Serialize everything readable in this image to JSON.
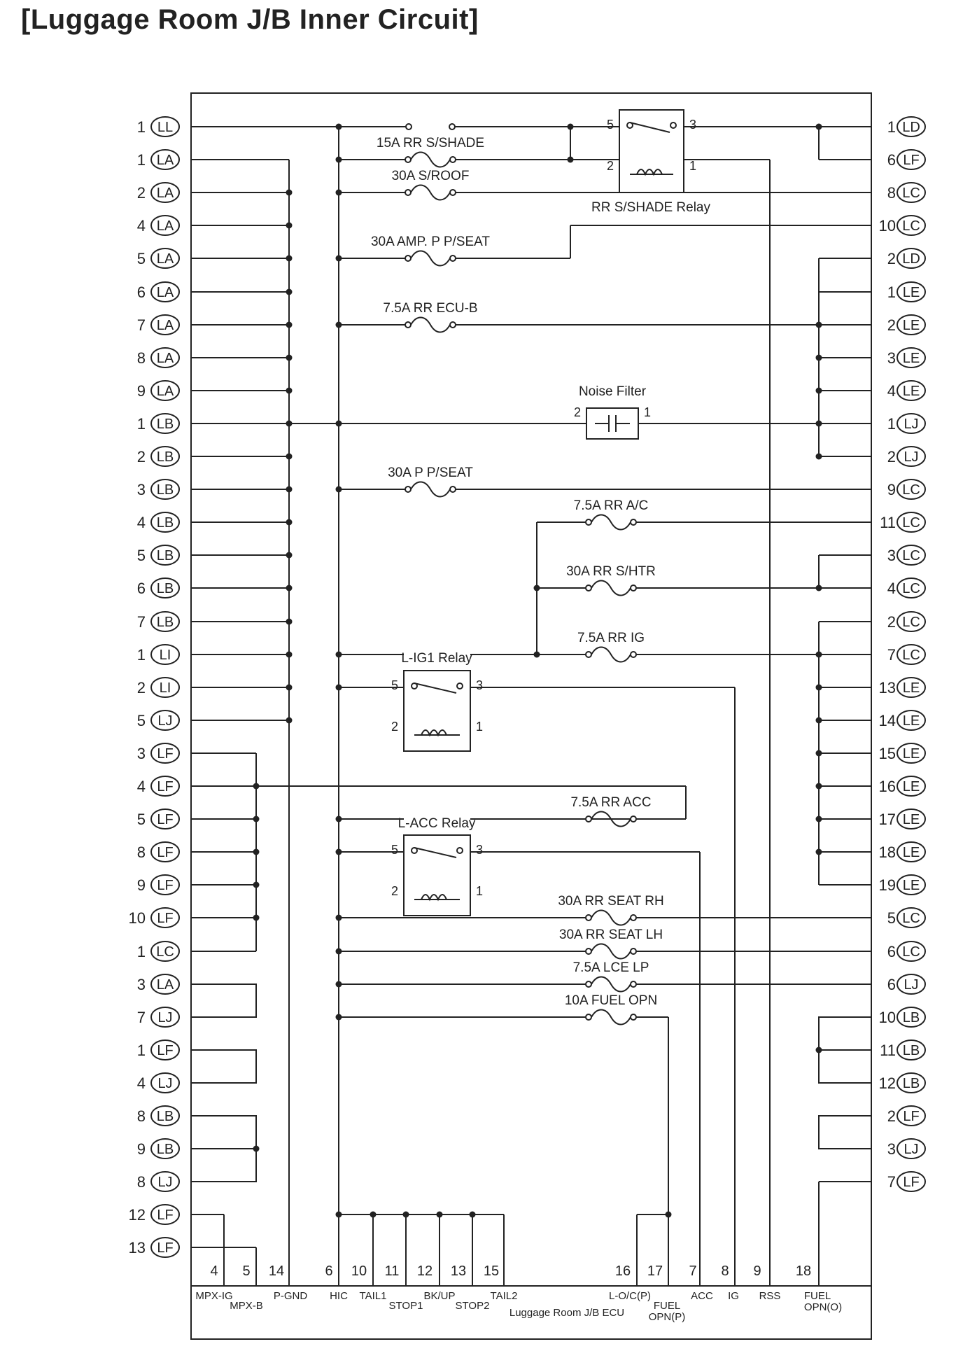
{
  "title": "[Luggage Room J/B Inner Circuit]",
  "left_terminals": [
    {
      "pin": "1",
      "conn": "LL"
    },
    {
      "pin": "1",
      "conn": "LA"
    },
    {
      "pin": "2",
      "conn": "LA"
    },
    {
      "pin": "4",
      "conn": "LA"
    },
    {
      "pin": "5",
      "conn": "LA"
    },
    {
      "pin": "6",
      "conn": "LA"
    },
    {
      "pin": "7",
      "conn": "LA"
    },
    {
      "pin": "8",
      "conn": "LA"
    },
    {
      "pin": "9",
      "conn": "LA"
    },
    {
      "pin": "1",
      "conn": "LB"
    },
    {
      "pin": "2",
      "conn": "LB"
    },
    {
      "pin": "3",
      "conn": "LB"
    },
    {
      "pin": "4",
      "conn": "LB"
    },
    {
      "pin": "5",
      "conn": "LB"
    },
    {
      "pin": "6",
      "conn": "LB"
    },
    {
      "pin": "7",
      "conn": "LB"
    },
    {
      "pin": "1",
      "conn": "LI"
    },
    {
      "pin": "2",
      "conn": "LI"
    },
    {
      "pin": "5",
      "conn": "LJ"
    },
    {
      "pin": "3",
      "conn": "LF"
    },
    {
      "pin": "4",
      "conn": "LF"
    },
    {
      "pin": "5",
      "conn": "LF"
    },
    {
      "pin": "8",
      "conn": "LF"
    },
    {
      "pin": "9",
      "conn": "LF"
    },
    {
      "pin": "10",
      "conn": "LF"
    },
    {
      "pin": "1",
      "conn": "LC"
    },
    {
      "pin": "3",
      "conn": "LA"
    },
    {
      "pin": "7",
      "conn": "LJ"
    },
    {
      "pin": "1",
      "conn": "LF"
    },
    {
      "pin": "4",
      "conn": "LJ"
    },
    {
      "pin": "8",
      "conn": "LB"
    },
    {
      "pin": "9",
      "conn": "LB"
    },
    {
      "pin": "8",
      "conn": "LJ"
    },
    {
      "pin": "12",
      "conn": "LF"
    },
    {
      "pin": "13",
      "conn": "LF"
    }
  ],
  "right_terminals": [
    {
      "pin": "1",
      "conn": "LD"
    },
    {
      "pin": "6",
      "conn": "LF"
    },
    {
      "pin": "8",
      "conn": "LC"
    },
    {
      "pin": "10",
      "conn": "LC"
    },
    {
      "pin": "2",
      "conn": "LD"
    },
    {
      "pin": "1",
      "conn": "LE"
    },
    {
      "pin": "2",
      "conn": "LE"
    },
    {
      "pin": "3",
      "conn": "LE"
    },
    {
      "pin": "4",
      "conn": "LE"
    },
    {
      "pin": "1",
      "conn": "LJ"
    },
    {
      "pin": "2",
      "conn": "LJ"
    },
    {
      "pin": "9",
      "conn": "LC"
    },
    {
      "pin": "11",
      "conn": "LC"
    },
    {
      "pin": "3",
      "conn": "LC"
    },
    {
      "pin": "4",
      "conn": "LC"
    },
    {
      "pin": "2",
      "conn": "LC"
    },
    {
      "pin": "7",
      "conn": "LC"
    },
    {
      "pin": "13",
      "conn": "LE"
    },
    {
      "pin": "14",
      "conn": "LE"
    },
    {
      "pin": "15",
      "conn": "LE"
    },
    {
      "pin": "16",
      "conn": "LE"
    },
    {
      "pin": "17",
      "conn": "LE"
    },
    {
      "pin": "18",
      "conn": "LE"
    },
    {
      "pin": "19",
      "conn": "LE"
    },
    {
      "pin": "5",
      "conn": "LC"
    },
    {
      "pin": "6",
      "conn": "LC"
    },
    {
      "pin": "6",
      "conn": "LJ"
    },
    {
      "pin": "10",
      "conn": "LB"
    },
    {
      "pin": "11",
      "conn": "LB"
    },
    {
      "pin": "12",
      "conn": "LB"
    },
    {
      "pin": "2",
      "conn": "LF"
    },
    {
      "pin": "3",
      "conn": "LJ"
    },
    {
      "pin": "7",
      "conn": "LF"
    }
  ],
  "fuses": [
    {
      "label": "15A RR S/SHADE"
    },
    {
      "label": "30A S/ROOF"
    },
    {
      "label": "30A AMP. P P/SEAT"
    },
    {
      "label": "7.5A RR ECU-B"
    },
    {
      "label": "30A P P/SEAT"
    },
    {
      "label": "7.5A RR A/C"
    },
    {
      "label": "30A RR S/HTR"
    },
    {
      "label": "7.5A RR IG"
    },
    {
      "label": "7.5A RR ACC"
    },
    {
      "label": "30A RR SEAT RH"
    },
    {
      "label": "30A RR SEAT LH"
    },
    {
      "label": "7.5A LCE LP"
    },
    {
      "label": "10A FUEL OPN"
    }
  ],
  "relays": [
    {
      "label": "RR S/SHADE Relay",
      "pins": [
        "5",
        "3",
        "2",
        "1"
      ]
    },
    {
      "label": "L-IG1 Relay",
      "pins": [
        "5",
        "3",
        "2",
        "1"
      ]
    },
    {
      "label": "L-ACC Relay",
      "pins": [
        "5",
        "3",
        "2",
        "1"
      ]
    }
  ],
  "noise_filter": {
    "label": "Noise Filter",
    "pins": [
      "2",
      "1"
    ]
  },
  "ecu": {
    "label": "Luggage Room J/B ECU",
    "pins": [
      "4",
      "5",
      "14",
      "6",
      "10",
      "11",
      "12",
      "13",
      "15",
      "16",
      "17",
      "7",
      "8",
      "9",
      "18"
    ],
    "signals": [
      "MPX-IG",
      "MPX-B",
      "P-GND",
      "HIC",
      "TAIL1",
      "STOP1",
      "BK/UP",
      "STOP2",
      "TAIL2",
      "L-O/C(P)",
      "FUEL",
      "OPN(P)",
      "ACC",
      "IG",
      "RSS",
      "FUEL",
      "OPN(O)"
    ]
  }
}
